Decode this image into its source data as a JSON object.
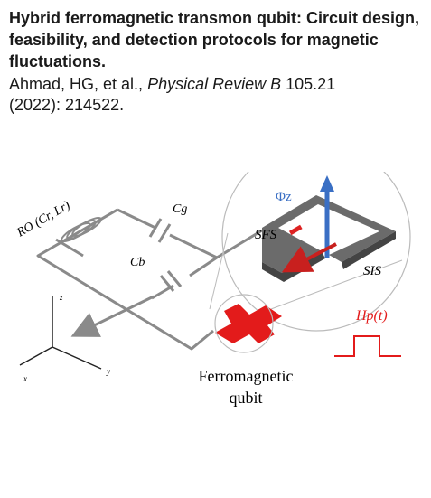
{
  "paper": {
    "title": "Hybrid ferromagnetic transmon qubit: Circuit design, feasibility, and detection protocols for magnetic fluctuations.",
    "authors": "Ahmad, HG, et al., ",
    "journal": "Physical Review B",
    "volume_issue": " 105.21",
    "year_article": "(2022): 214522."
  },
  "figure": {
    "readout_label": "RO (Cr, Lr)",
    "cg_label": "Cg",
    "cb_label": "Cb",
    "phi_label": "Φz",
    "sfs_label": "SFS",
    "sis_label": "SIS",
    "hp_label": "Hp(t)",
    "axis_x": "x",
    "axis_y": "y",
    "axis_z": "z",
    "caption_line1": "Ferromagnetic",
    "caption_line2": "qubit",
    "colors": {
      "wire": "#8a8a8a",
      "ferromagnet": "#e31b1b",
      "pulse": "#e31b1b",
      "phi_arrow": "#3a6fc4",
      "junction_dark": "#5f5f5f"
    }
  }
}
